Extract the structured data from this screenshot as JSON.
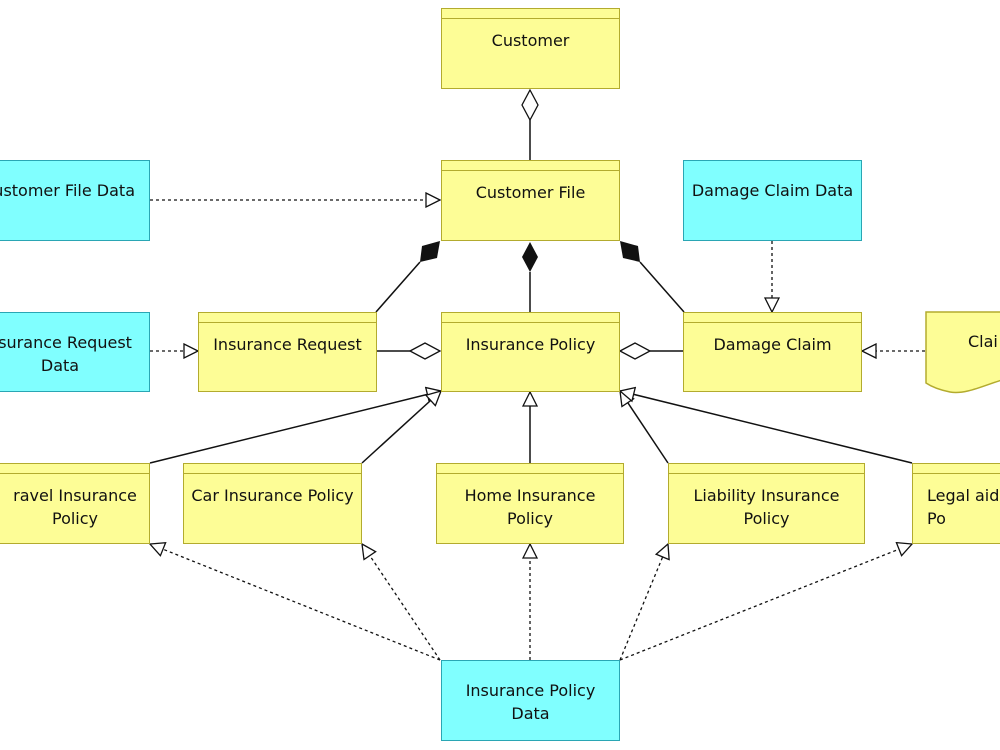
{
  "diagram": {
    "nodes": {
      "customer": "Customer",
      "customer_file": "Customer File",
      "customer_file_data": "ustomer File Data",
      "damage_claim_data": "Damage Claim Data",
      "insurance_request_data": "nsurance Request\nData",
      "insurance_request": "Insurance Request",
      "insurance_policy": "Insurance Policy",
      "damage_claim": "Damage Claim",
      "claim_doc": "Clai",
      "travel_policy": "ravel  Insurance\nPolicy",
      "car_policy": "Car Insurance Policy",
      "home_policy": "Home Insurance\nPolicy",
      "liability_policy": "Liability  Insurance\nPolicy",
      "legal_policy": "Legal aid\nPo",
      "insurance_policy_data": "Insurance Policy\nData"
    },
    "colors": {
      "application_component": "#fdfd96",
      "data_object": "#80ffff",
      "line": "#111111"
    }
  }
}
